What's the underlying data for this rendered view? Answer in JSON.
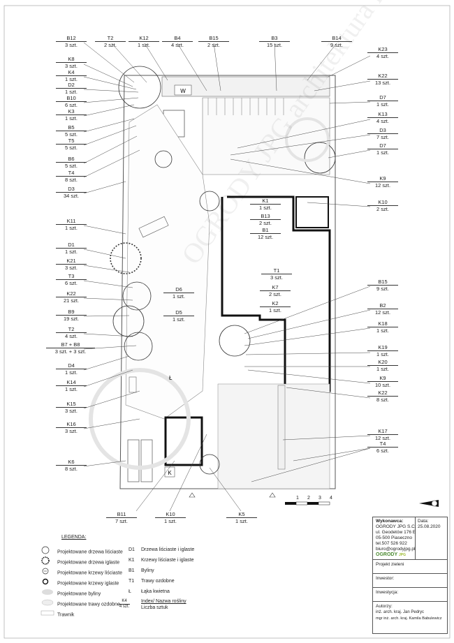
{
  "labels_left": [
    {
      "id": "B12",
      "n": "B12",
      "c": "3 szt."
    },
    {
      "id": "K8",
      "n": "K8",
      "c": "3 szt."
    },
    {
      "id": "K4",
      "n": "K4",
      "c": "1 szt."
    },
    {
      "id": "D2",
      "n": "D2",
      "c": "1 szt."
    },
    {
      "id": "B10",
      "n": "B10",
      "c": "6 szt."
    },
    {
      "id": "K3",
      "n": "K3",
      "c": "1 szt."
    },
    {
      "id": "B5",
      "n": "B5",
      "c": "5 szt."
    },
    {
      "id": "T5",
      "n": "T5",
      "c": "5 szt."
    },
    {
      "id": "B6",
      "n": "B6",
      "c": "5 szt."
    },
    {
      "id": "T4",
      "n": "T4",
      "c": "8 szt."
    },
    {
      "id": "D3",
      "n": "D3",
      "c": "34 szt."
    },
    {
      "id": "K11",
      "n": "K11",
      "c": "1 szt."
    },
    {
      "id": "D1",
      "n": "D1",
      "c": "1 szt."
    },
    {
      "id": "K21",
      "n": "K21",
      "c": "3 szt."
    },
    {
      "id": "T3",
      "n": "T3",
      "c": "6 szt."
    },
    {
      "id": "K22a",
      "n": "K22",
      "c": "21 szt."
    },
    {
      "id": "B9",
      "n": "B9",
      "c": "19 szt."
    },
    {
      "id": "T2a",
      "n": "T2",
      "c": "4 szt."
    },
    {
      "id": "B7B8",
      "n": "B7 + B8",
      "c": "3 szt. + 3 szt."
    },
    {
      "id": "D4",
      "n": "D4",
      "c": "1 szt."
    },
    {
      "id": "K14",
      "n": "K14",
      "c": "1 szt."
    },
    {
      "id": "K15",
      "n": "K15",
      "c": "3 szt."
    },
    {
      "id": "K16",
      "n": "K16",
      "c": "3 szt."
    },
    {
      "id": "K6",
      "n": "K6",
      "c": "8 szt."
    }
  ],
  "labels_top": [
    {
      "id": "T2b",
      "n": "T2",
      "c": "2 szt."
    },
    {
      "id": "K12",
      "n": "K12",
      "c": "1 szt."
    },
    {
      "id": "B4",
      "n": "B4",
      "c": "4 szt."
    },
    {
      "id": "B15a",
      "n": "B15",
      "c": "2 szt."
    },
    {
      "id": "B3",
      "n": "B3",
      "c": "15 szt."
    },
    {
      "id": "B14",
      "n": "B14",
      "c": "9 szt."
    }
  ],
  "labels_right": [
    {
      "id": "K23",
      "n": "K23",
      "c": "4 szt."
    },
    {
      "id": "K22b",
      "n": "K22",
      "c": "13 szt."
    },
    {
      "id": "D7a",
      "n": "D7",
      "c": "1 szt."
    },
    {
      "id": "K13",
      "n": "K13",
      "c": "4 szt."
    },
    {
      "id": "D3b",
      "n": "D3",
      "c": "7 szt."
    },
    {
      "id": "D7b",
      "n": "D7",
      "c": "1 szt."
    },
    {
      "id": "K9a",
      "n": "K9",
      "c": "12 szt."
    },
    {
      "id": "K10a",
      "n": "K10",
      "c": "2 szt."
    },
    {
      "id": "B15b",
      "n": "B15",
      "c": "9 szt."
    },
    {
      "id": "B2",
      "n": "B2",
      "c": "12 szt."
    },
    {
      "id": "K18",
      "n": "K18",
      "c": "1 szt."
    },
    {
      "id": "K19",
      "n": "K19",
      "c": "1 szt."
    },
    {
      "id": "K20",
      "n": "K20",
      "c": "1 szt."
    },
    {
      "id": "K9b",
      "n": "K9",
      "c": "10 szt."
    },
    {
      "id": "K22c",
      "n": "K22",
      "c": "8 szt."
    },
    {
      "id": "K17",
      "n": "K17",
      "c": "12 szt."
    },
    {
      "id": "T4b",
      "n": "T4",
      "c": "6 szt."
    }
  ],
  "labels_center": [
    {
      "id": "K1",
      "n": "K1",
      "c": "1 szt."
    },
    {
      "id": "B13",
      "n": "B13",
      "c": "2 szt."
    },
    {
      "id": "B1",
      "n": "B1",
      "c": "12 szt."
    },
    {
      "id": "T1",
      "n": "T1",
      "c": "3 szt."
    },
    {
      "id": "K7",
      "n": "K7",
      "c": "2 szt."
    },
    {
      "id": "K2",
      "n": "K2",
      "c": "1 szt."
    },
    {
      "id": "D6",
      "n": "D6",
      "c": "1 szt."
    },
    {
      "id": "D5",
      "n": "D5",
      "c": "1 szt."
    }
  ],
  "labels_bottom": [
    {
      "id": "B11",
      "n": "B11",
      "c": "7 szt."
    },
    {
      "id": "K10b",
      "n": "K10",
      "c": "1 szt."
    },
    {
      "id": "K5",
      "n": "K5",
      "c": "1 szt."
    }
  ],
  "plan_marks": {
    "w": "W",
    "k": "K",
    "l": "Ł"
  },
  "scale": [
    "1",
    "2",
    "3",
    "4"
  ],
  "legend": {
    "title": "LEGENDA:",
    "items": [
      {
        "icon": "deciduous-tree-icon",
        "text": "Projektowane drzewa liściaste"
      },
      {
        "icon": "conifer-tree-icon",
        "text": "Projektowane drzewa iglaste"
      },
      {
        "icon": "deciduous-shrub-icon",
        "text": "Projektowane krzewy liściaste"
      },
      {
        "icon": "conifer-shrub-icon",
        "text": "Projektowane krzewy iglaste"
      },
      {
        "icon": "perennials-icon",
        "text": "Projektowane byliny"
      },
      {
        "icon": "grasses-icon",
        "text": "Projektowane trawy ozdobne"
      },
      {
        "icon": "lawn-icon",
        "text": "Trawnik"
      }
    ],
    "codes": [
      {
        "code": "D1",
        "text": "Drzewa liściaste i iglaste"
      },
      {
        "code": "K1",
        "text": "Krzewy liściaste i iglaste"
      },
      {
        "code": "B1",
        "text": "Byliny"
      },
      {
        "code": "T1",
        "text": "Trawy ozdobne"
      },
      {
        "code": "Ł",
        "text": "Łąka kwietna"
      }
    ],
    "index_code": "K4",
    "index_count": "4 szt.",
    "index_text1": "Index/ Nazwa rośliny",
    "index_text2": "Liczba sztuk"
  },
  "title_block": {
    "contractor_label": "Wykonawca:",
    "company": "OGRODY JPG S.C.",
    "address1": "ul. Geodetów 176 E",
    "address2": "05-500 Piaseczno",
    "phone": "tel.507 526 922",
    "email": "biuro@ogrodyjpg.pl",
    "logo_text": "OGRODY",
    "logo_sub": "JPG",
    "date_label": "Data:",
    "date": "25.08.2020",
    "project": "Projekt zieleni",
    "investor_label": "Inwestor:",
    "investment_label": "Inwestycja:",
    "authors_label": "Autorzy:",
    "author1": "inż. arch. kraj. Jan Pedryc",
    "author2": "mgr inż. arch. kraj. Kamila Babulewicz"
  },
  "watermark": "OGRODY JPG architektura krajobrazu"
}
